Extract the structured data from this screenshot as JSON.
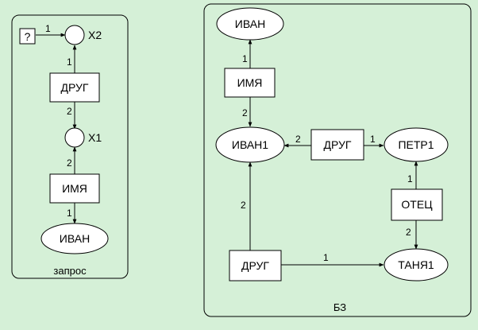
{
  "query_panel": {
    "title": "запрос",
    "nodes": {
      "question": "?",
      "x2": "X2",
      "drug": "ДРУГ",
      "x1": "X1",
      "imya": "ИМЯ",
      "ivan": "ИВАН"
    },
    "edges": {
      "q_to_x2": "1",
      "drug_to_x2": "1",
      "drug_to_x1": "2",
      "imya_to_x1": "2",
      "imya_to_ivan": "1"
    }
  },
  "kb_panel": {
    "title": "БЗ",
    "nodes": {
      "ivan": "ИВАН",
      "imya": "ИМЯ",
      "ivan1": "ИВАН1",
      "drug_mid": "ДРУГ",
      "petr1": "ПЕТР1",
      "otets": "ОТЕЦ",
      "drug_bottom": "ДРУГ",
      "tanya1": "ТАНЯ1"
    },
    "edges": {
      "imya_to_ivan": "1",
      "imya_to_ivan1": "2",
      "drug_mid_to_ivan1": "2",
      "drug_mid_to_petr1": "1",
      "otets_to_petr1": "1",
      "otets_to_tanya1": "2",
      "drug_bottom_to_ivan1": "2",
      "drug_bottom_to_tanya1": "1"
    }
  }
}
